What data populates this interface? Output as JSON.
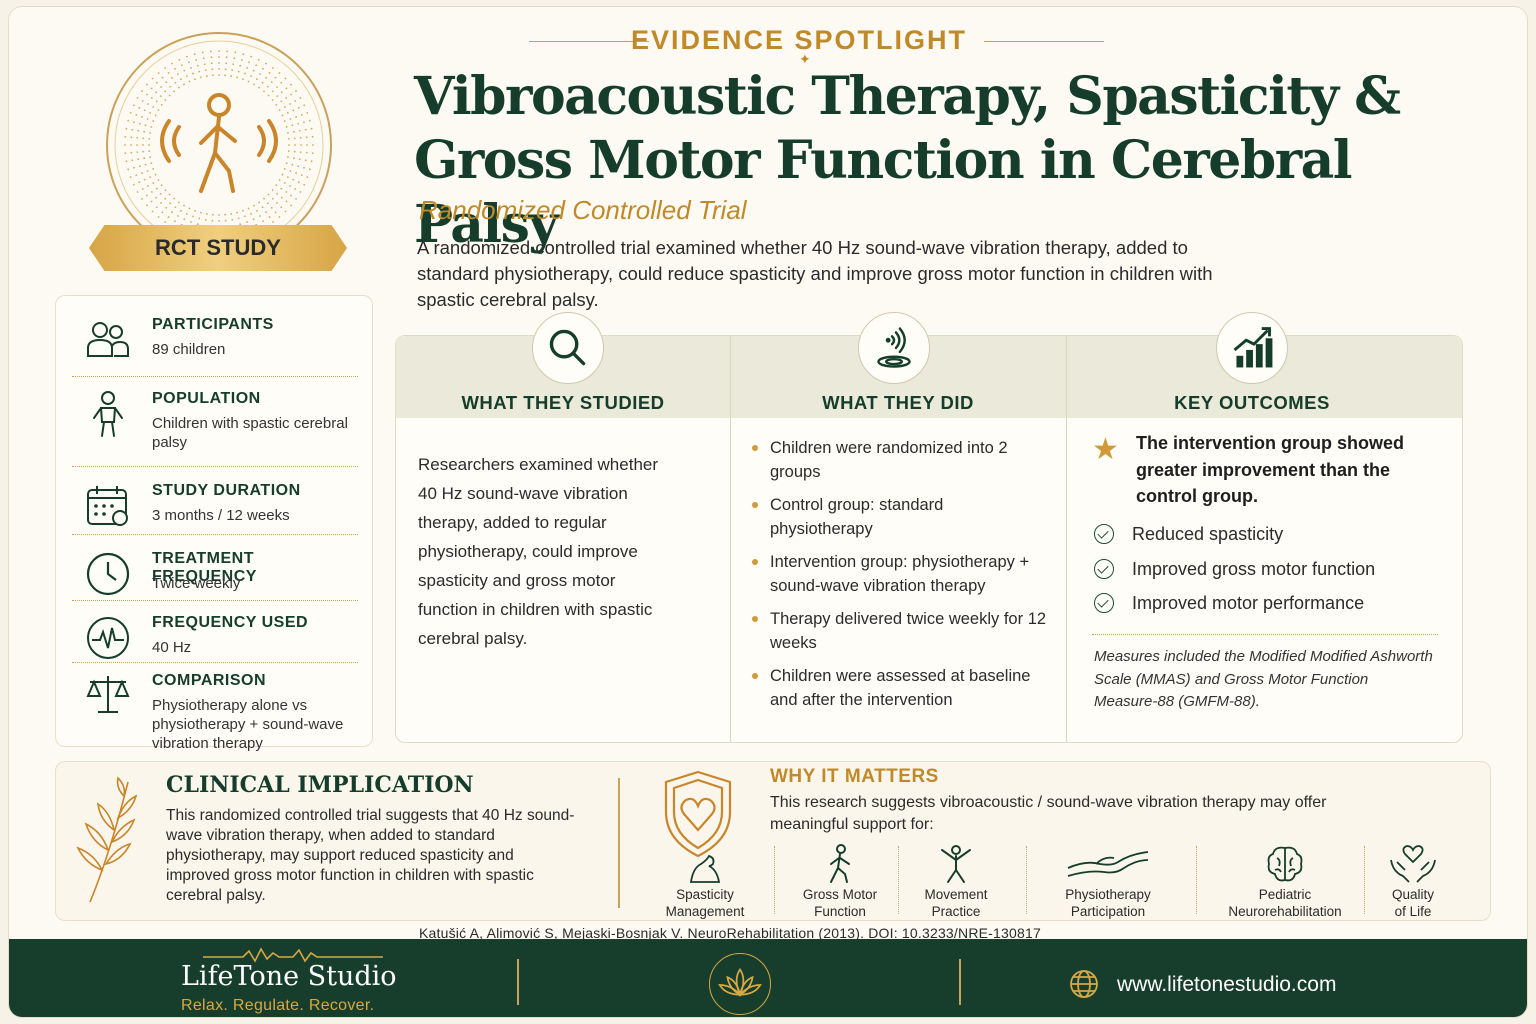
{
  "header": {
    "kicker": "EVIDENCE SPOTLIGHT",
    "title_line1": "Vibroacoustic Therapy, Spasticity &",
    "title_line2": "Gross Motor Function in Cerebral Palsy",
    "subtitle": "Randomized Controlled Trial",
    "lead": "A randomized controlled trial examined whether 40 Hz sound-wave vibration therapy, added to standard physiotherapy, could reduce spasticity and improve gross motor function in children with spastic cerebral palsy."
  },
  "badge": {
    "label": "RCT STUDY",
    "icon": "walking-person-icon"
  },
  "info": [
    {
      "label": "PARTICIPANTS",
      "value": "89 children",
      "icon": "people-icon"
    },
    {
      "label": "POPULATION",
      "value": "Children with spastic cerebral palsy",
      "icon": "child-icon"
    },
    {
      "label": "STUDY DURATION",
      "value": "3 months / 12 weeks",
      "icon": "calendar-icon"
    },
    {
      "label": "TREATMENT FREQUENCY",
      "value": "Twice weekly",
      "icon": "clock-icon"
    },
    {
      "label": "FREQUENCY USED",
      "value": "40 Hz",
      "icon": "pulse-icon"
    },
    {
      "label": "COMPARISON",
      "value": "Physiotherapy alone vs physiotherapy + sound-wave vibration therapy",
      "icon": "scale-icon"
    }
  ],
  "columns": {
    "studied": {
      "title": "WHAT THEY STUDIED",
      "icon": "magnifier-icon",
      "text": "Researchers examined whether 40 Hz sound-wave vibration therapy, added to regular physiotherapy, could improve spasticity and gross motor function in children with spastic cerebral palsy."
    },
    "did": {
      "title": "WHAT THEY DID",
      "icon": "vibration-icon",
      "items": [
        "Children were randomized into 2 groups",
        "Control group: standard physiotherapy",
        "Intervention group: physiotherapy + sound-wave vibration therapy",
        "Therapy delivered twice weekly for 12 weeks",
        "Children were assessed at baseline and after the intervention"
      ]
    },
    "outcomes": {
      "title": "KEY OUTCOMES",
      "icon": "growth-chart-icon",
      "main": "The intervention group showed greater improvement than the control group.",
      "items": [
        "Reduced spasticity",
        "Improved gross motor function",
        "Improved motor performance"
      ],
      "note": "Measures included the Modified Modified Ashworth Scale (MMAS) and Gross Motor Function Measure-88 (GMFM-88)."
    }
  },
  "clinical": {
    "title": "CLINICAL IMPLICATION",
    "text": "This randomized controlled trial suggests that 40 Hz sound-wave vibration therapy, when added to standard physiotherapy, may support reduced spasticity and improved gross motor function in children with spastic cerebral palsy."
  },
  "why": {
    "title": "WHY IT MATTERS",
    "text": "This research suggests vibroacoustic / sound-wave vibration therapy may offer meaningful support for:",
    "benefits": [
      {
        "line1": "Spasticity",
        "line2": "Management"
      },
      {
        "line1": "Gross Motor",
        "line2": "Function"
      },
      {
        "line1": "Movement",
        "line2": "Practice"
      },
      {
        "line1": "Physiotherapy",
        "line2": "Participation"
      },
      {
        "line1": "Pediatric",
        "line2": "Neurorehabilitation"
      },
      {
        "line1": "Quality",
        "line2": "of Life"
      }
    ]
  },
  "citation": "Katušić A, Alimović S, Mejaski-Bosnjak V. NeuroRehabilitation (2013). DOI: 10.3233/NRE-130817",
  "footer": {
    "brand": "LifeTone Studio",
    "tagline": "Relax. Regulate. Recover.",
    "url": "www.lifetonestudio.com"
  },
  "colors": {
    "green": "#163d2b",
    "gold": "#c08a2a",
    "cream": "#fdfaf3"
  }
}
